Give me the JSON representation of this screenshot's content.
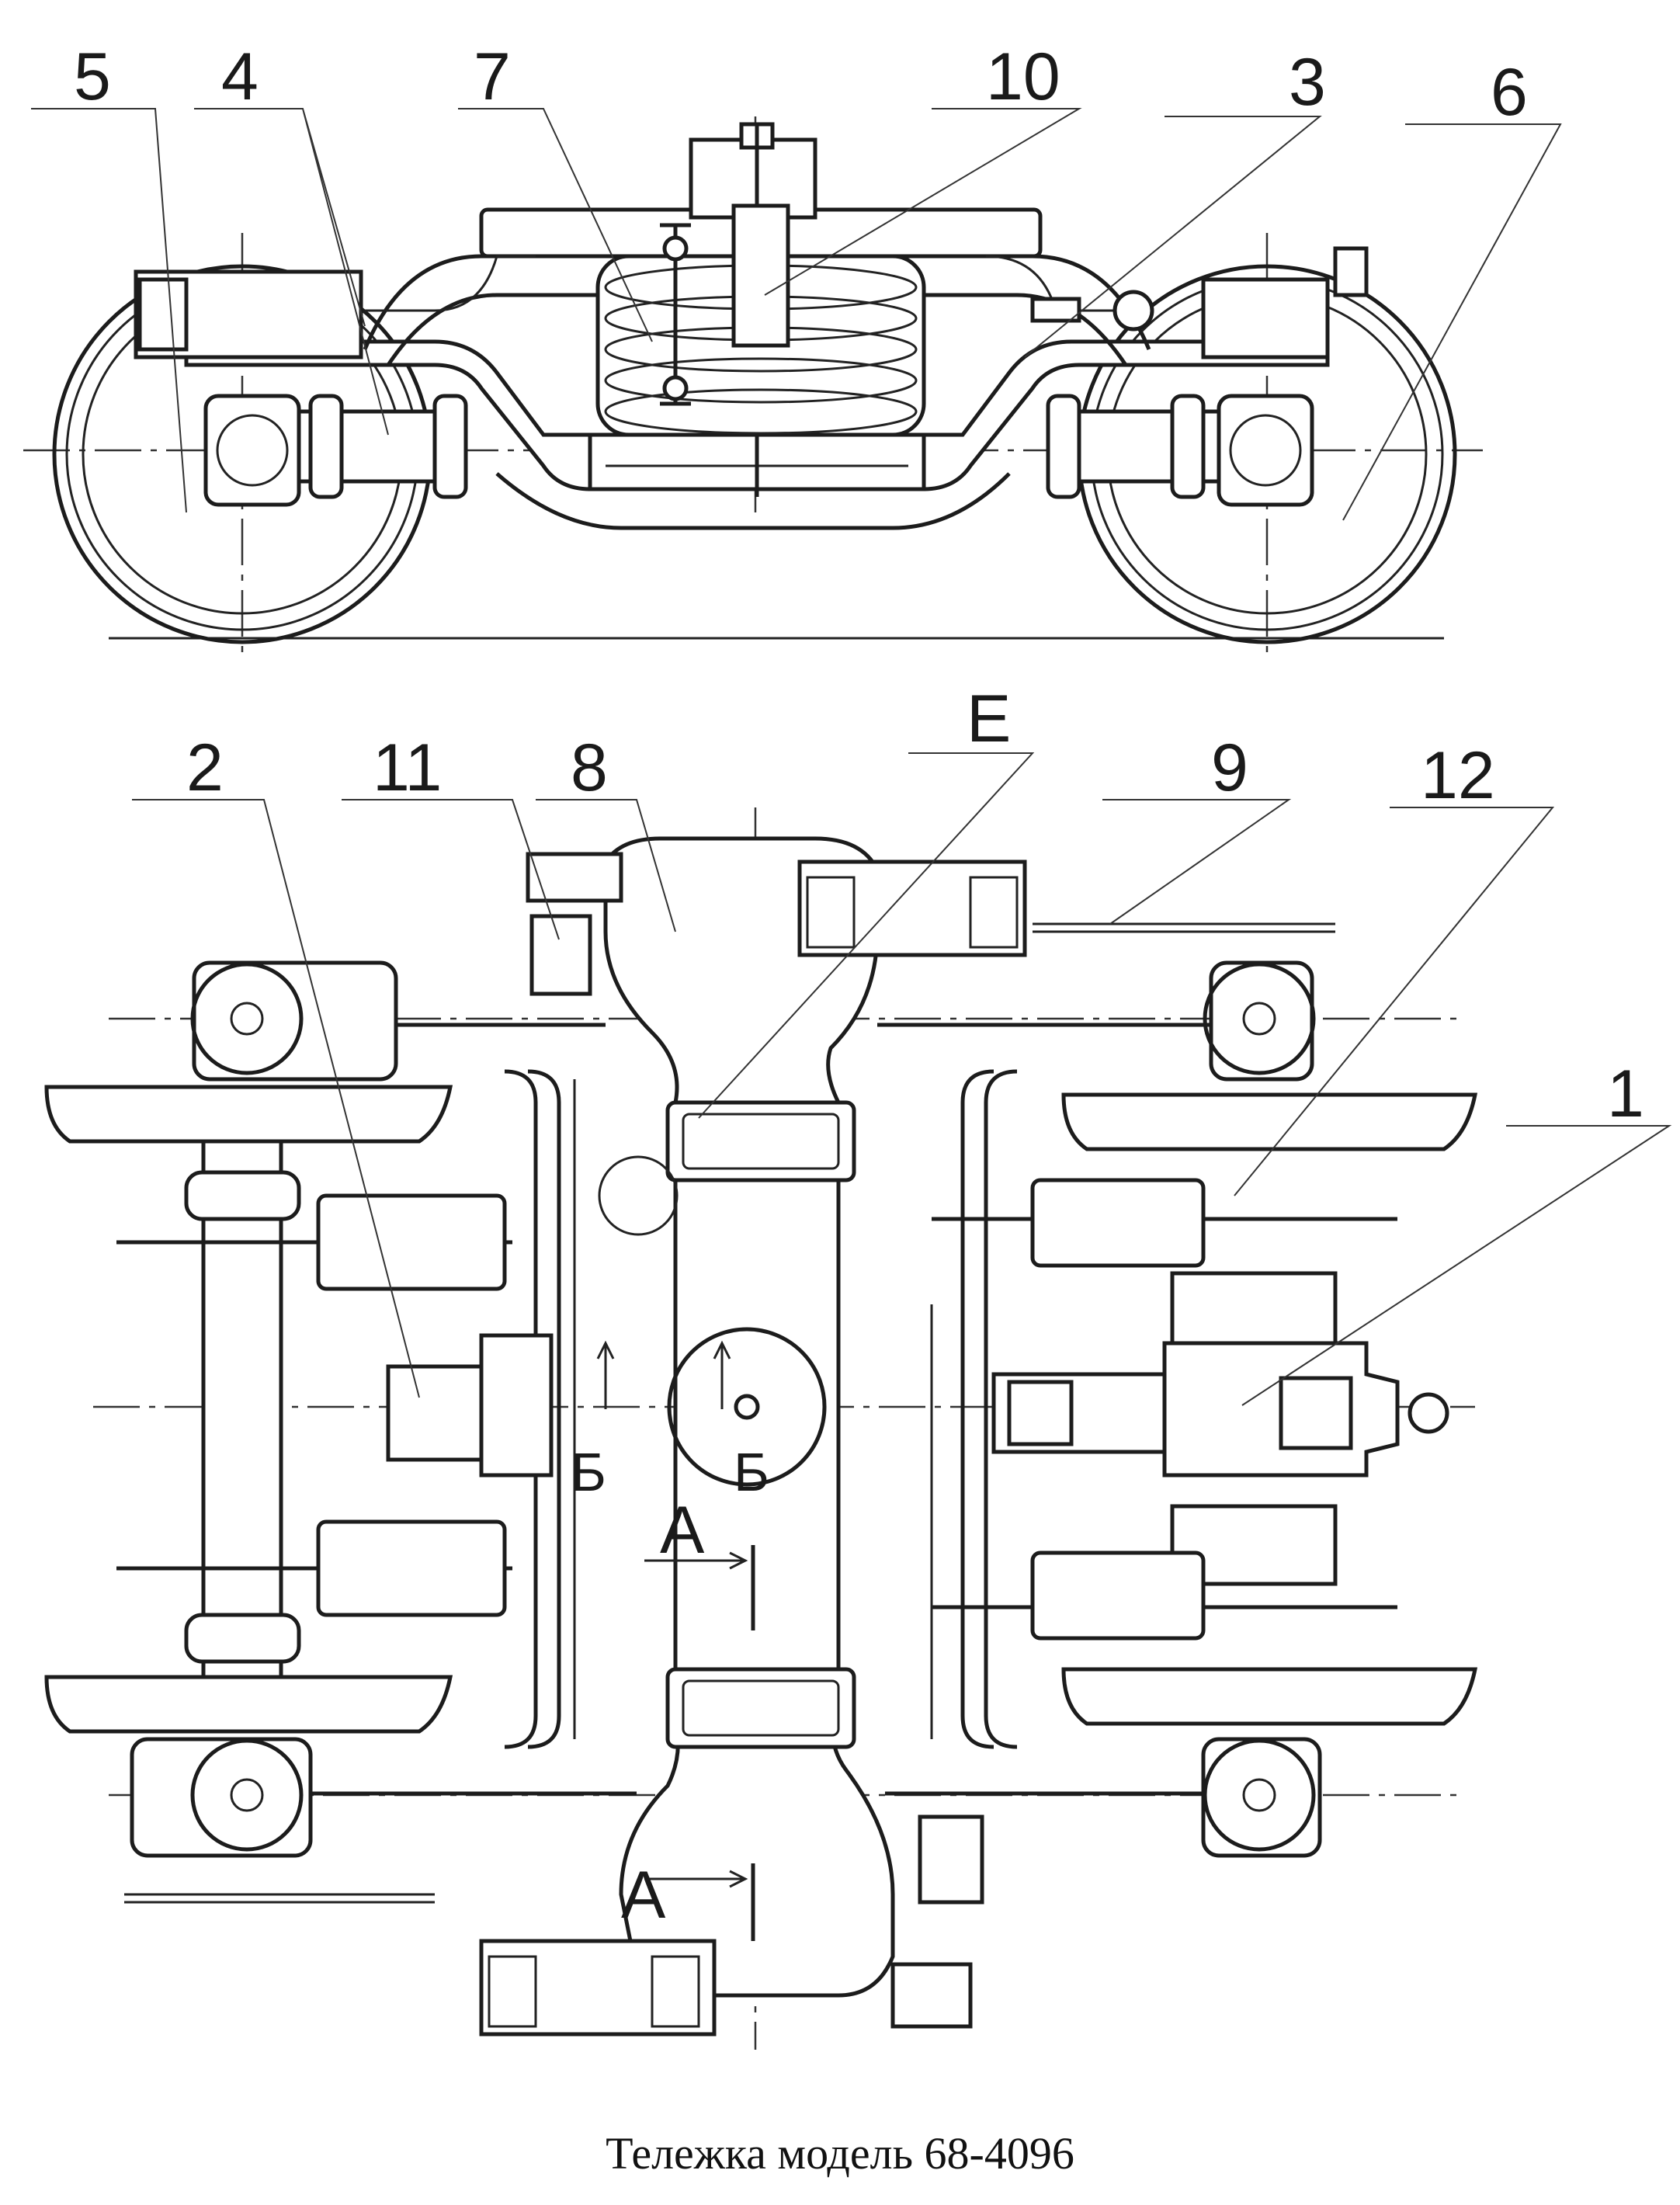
{
  "caption": "Тележка модель 68-4096",
  "labels": {
    "l5": "5",
    "l4": "4",
    "l7": "7",
    "l10": "10",
    "l3": "3",
    "l6": "6",
    "l2": "2",
    "l11": "11",
    "l8": "8",
    "lE": "Е",
    "l9": "9",
    "l12": "12",
    "l1": "1",
    "secA1": "А",
    "secA2": "А",
    "secB1": "Б",
    "secB2": "Б"
  }
}
